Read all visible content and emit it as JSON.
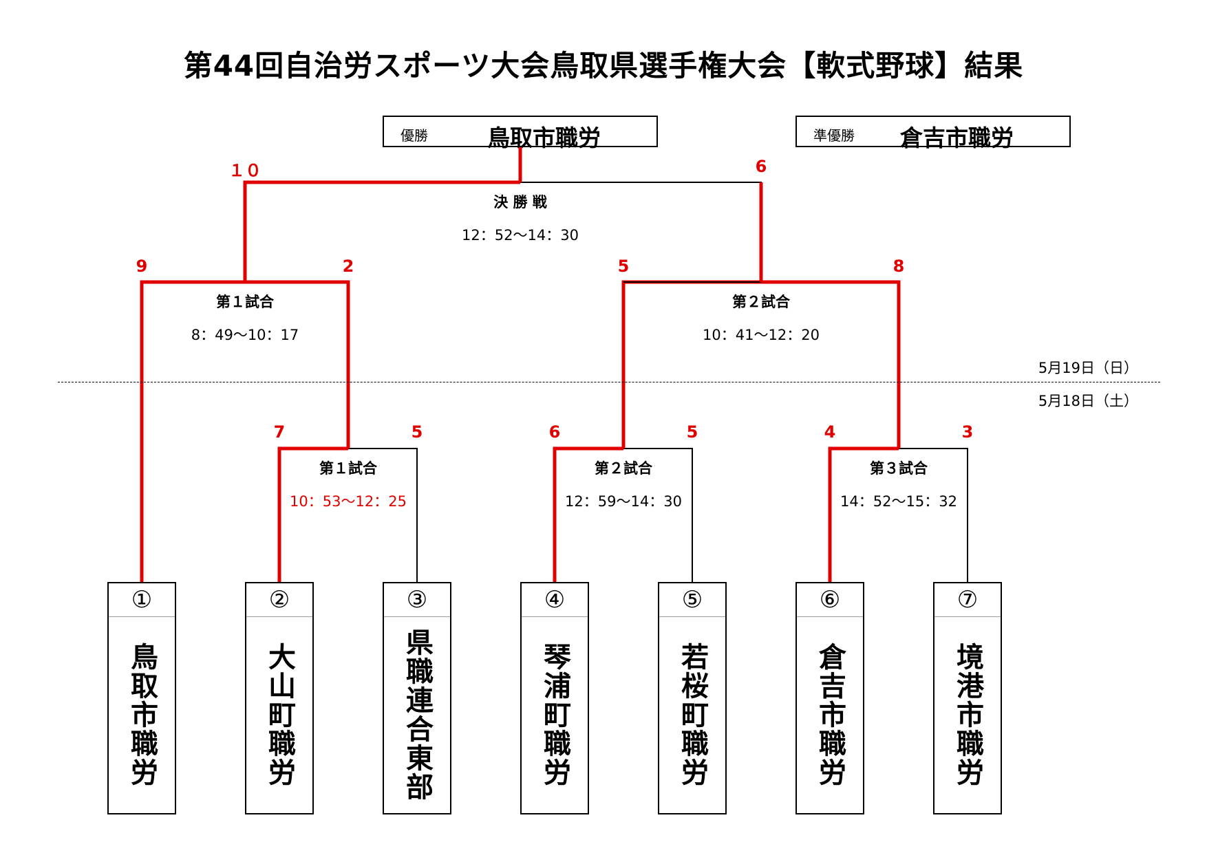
{
  "title": "第44回自治労スポーツ大会鳥取県選手権大会【軟式野球】結果",
  "champion": {
    "label": "優勝",
    "team": "鳥取市職労"
  },
  "runner_up": {
    "label": "準優勝",
    "team": "倉吉市職労"
  },
  "dates": {
    "day2": "5月19日（日）",
    "day1": "5月18日（土）"
  },
  "teams": [
    {
      "num": "①",
      "name": "鳥取市職労"
    },
    {
      "num": "②",
      "name": "大山町職労"
    },
    {
      "num": "③",
      "name": "県職連合東部"
    },
    {
      "num": "④",
      "name": "琴浦町職労"
    },
    {
      "num": "⑤",
      "name": "若桜町職労"
    },
    {
      "num": "⑥",
      "name": "倉吉市職労"
    },
    {
      "num": "⑦",
      "name": "境港市職労"
    }
  ],
  "matches": {
    "day1_1": {
      "name": "第１試合",
      "time": "10：53～12：25",
      "score_left": "7",
      "score_right": "5"
    },
    "day1_2": {
      "name": "第２試合",
      "time": "12：59～14：30",
      "score_left": "6",
      "score_right": "5"
    },
    "day1_3": {
      "name": "第３試合",
      "time": "14：52～15：32",
      "score_left": "4",
      "score_right": "3"
    },
    "day2_1": {
      "name": "第１試合",
      "time": "8：49～10：17",
      "score_left": "9",
      "score_right": "2"
    },
    "day2_2": {
      "name": "第２試合",
      "time": "10：41～12：20",
      "score_left": "5",
      "score_right": "8"
    },
    "final": {
      "name": "決 勝 戦",
      "time": "12：52～14：30",
      "score_left": "１０",
      "score_right": "6"
    }
  },
  "colors": {
    "winner_line": "#e00000",
    "loser_line": "#000000",
    "score": "#e00000"
  }
}
